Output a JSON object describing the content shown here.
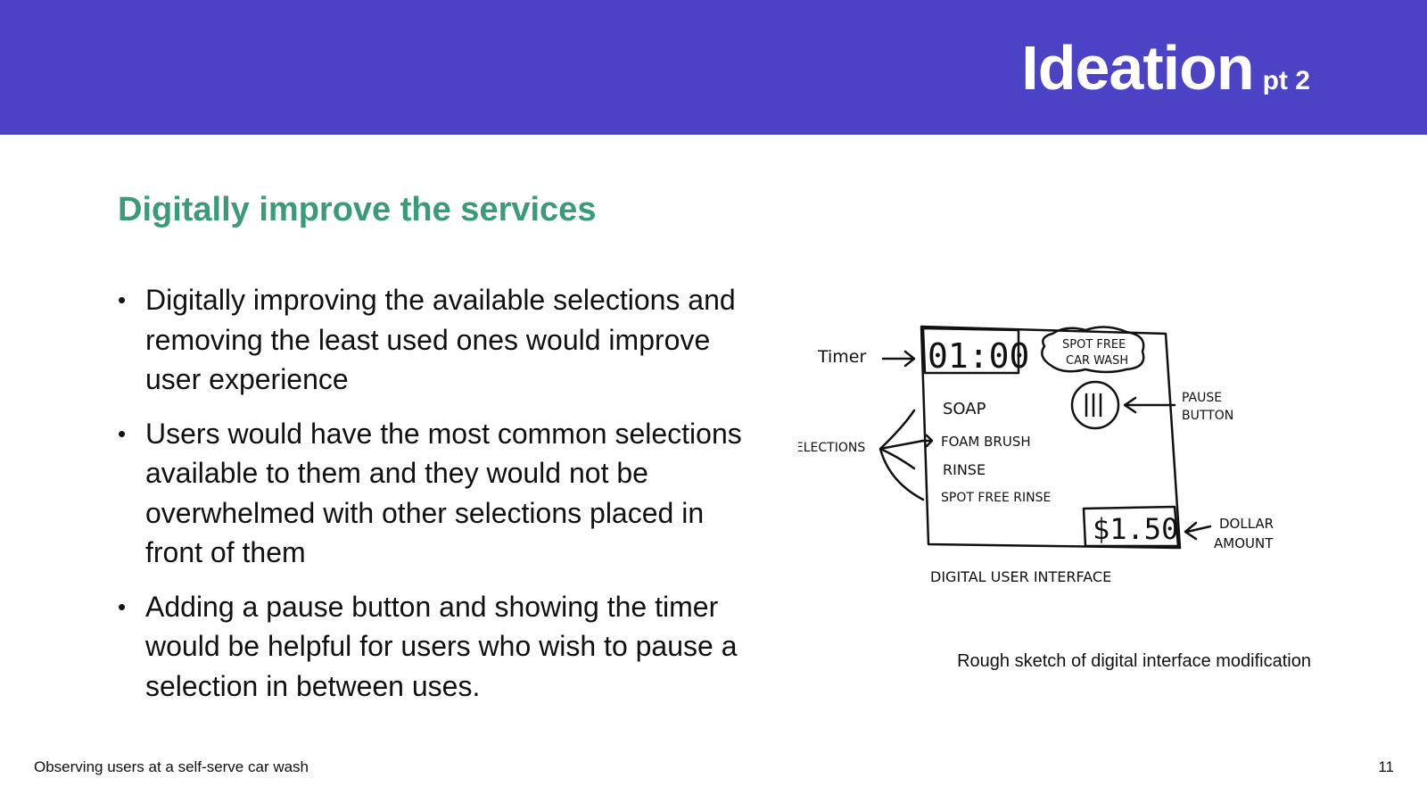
{
  "header": {
    "title": "Ideation",
    "subtitle": "pt 2"
  },
  "main": {
    "heading": "Digitally improve the services",
    "bullets": [
      "Digitally improving the available selections and removing the least used ones would improve user experience",
      "Users would have the most common selections available to them and they would not be overwhelmed with other selections placed in front of them",
      "Adding a pause button and showing the timer would be helpful for users who wish to pause a selection in between uses."
    ],
    "bullet_glyph": "•"
  },
  "sketch": {
    "timer_label": "Timer",
    "timer_value": "01:00",
    "spot_free_line1": "SPOT FREE",
    "spot_free_line2": "CAR WASH",
    "selections_label": "SELECTIONS",
    "options": [
      "SOAP",
      "FOAM BRUSH",
      "RINSE",
      "SPOT FREE RINSE"
    ],
    "pause_label_line1": "PAUSE",
    "pause_label_line2": "BUTTON",
    "price": "$1.50",
    "dollar_label_line1": "DOLLAR",
    "dollar_label_line2": "AMOUNT",
    "interface_label": "DIGITAL USER INTERFACE",
    "caption": "Rough sketch of digital interface modification"
  },
  "footer": {
    "left": "Observing users at a self-serve car wash",
    "page_number": "11"
  },
  "colors": {
    "banner": "#4b42c5",
    "heading": "#3a9a7a"
  }
}
